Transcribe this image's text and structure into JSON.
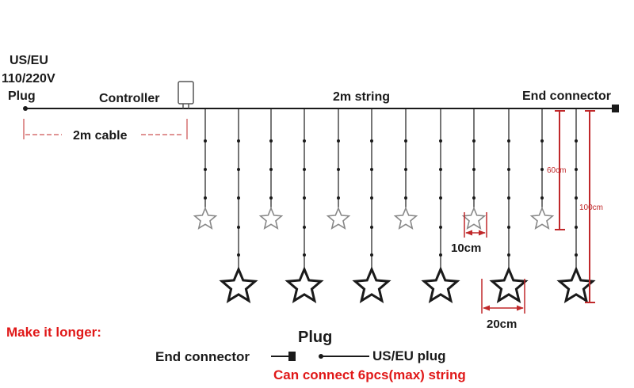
{
  "labels": {
    "plug_region": "US/EU",
    "plug_voltage": "110/220V",
    "plug": "Plug",
    "controller": "Controller",
    "string": "2m string",
    "end_connector": "End connector",
    "cable": "2m cable",
    "dim_60": "60cm",
    "dim_100": "100cm",
    "dim_10": "10cm",
    "dim_20": "20cm"
  },
  "extend": {
    "heading": "Make it longer:",
    "plug": "Plug",
    "end_connector": "End connector",
    "us_eu_plug": "US/EU plug",
    "note": "Can connect 6pcs(max) string"
  },
  "colors": {
    "line": "#1a1a1a",
    "red_text": "#e01818",
    "dimension": "#c0282a",
    "small_star": "#888888"
  }
}
